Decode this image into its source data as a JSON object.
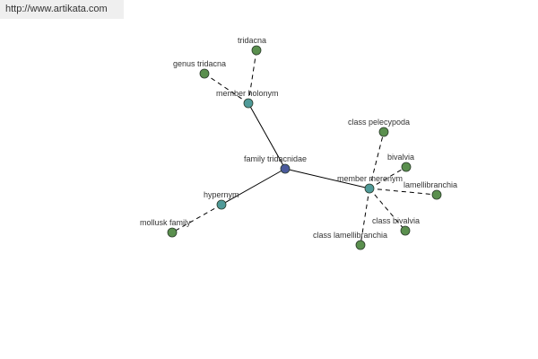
{
  "site": {
    "url_text": "http://www.artikata.com"
  },
  "graph": {
    "colors": {
      "root": "#4a5a9c",
      "relation": "#4f9a98",
      "leaf": "#5a8f4e",
      "edge": "#000000"
    },
    "nodes": [
      {
        "id": "family-tridacnidae",
        "label": "family tridacnidae",
        "kind": "root"
      },
      {
        "id": "member-holonym",
        "label": "member holonym",
        "kind": "relation"
      },
      {
        "id": "hypernym",
        "label": "hypernym",
        "kind": "relation"
      },
      {
        "id": "member-meronym",
        "label": "member meronym",
        "kind": "relation"
      },
      {
        "id": "tridacna",
        "label": "tridacna",
        "kind": "leaf"
      },
      {
        "id": "genus-tridacna",
        "label": "genus tridacna",
        "kind": "leaf"
      },
      {
        "id": "mollusk-family",
        "label": "mollusk family",
        "kind": "leaf"
      },
      {
        "id": "class-pelecypoda",
        "label": "class pelecypoda",
        "kind": "leaf"
      },
      {
        "id": "bivalvia",
        "label": "bivalvia",
        "kind": "leaf"
      },
      {
        "id": "lamellibranchia",
        "label": "lamellibranchia",
        "kind": "leaf"
      },
      {
        "id": "class-bivalvia",
        "label": "class bivalvia",
        "kind": "leaf"
      },
      {
        "id": "class-lamellibranchia",
        "label": "class lamellibranchia",
        "kind": "leaf"
      }
    ],
    "edges": [
      {
        "from": "family-tridacnidae",
        "to": "member-holonym",
        "style": "solid"
      },
      {
        "from": "family-tridacnidae",
        "to": "hypernym",
        "style": "solid"
      },
      {
        "from": "family-tridacnidae",
        "to": "member-meronym",
        "style": "solid"
      },
      {
        "from": "member-holonym",
        "to": "tridacna",
        "style": "dashed"
      },
      {
        "from": "member-holonym",
        "to": "genus-tridacna",
        "style": "dashed"
      },
      {
        "from": "hypernym",
        "to": "mollusk-family",
        "style": "dashed"
      },
      {
        "from": "member-meronym",
        "to": "class-pelecypoda",
        "style": "dashed"
      },
      {
        "from": "member-meronym",
        "to": "bivalvia",
        "style": "dashed"
      },
      {
        "from": "member-meronym",
        "to": "lamellibranchia",
        "style": "dashed"
      },
      {
        "from": "member-meronym",
        "to": "class-bivalvia",
        "style": "dashed"
      },
      {
        "from": "member-meronym",
        "to": "class-lamellibranchia",
        "style": "dashed"
      }
    ]
  }
}
